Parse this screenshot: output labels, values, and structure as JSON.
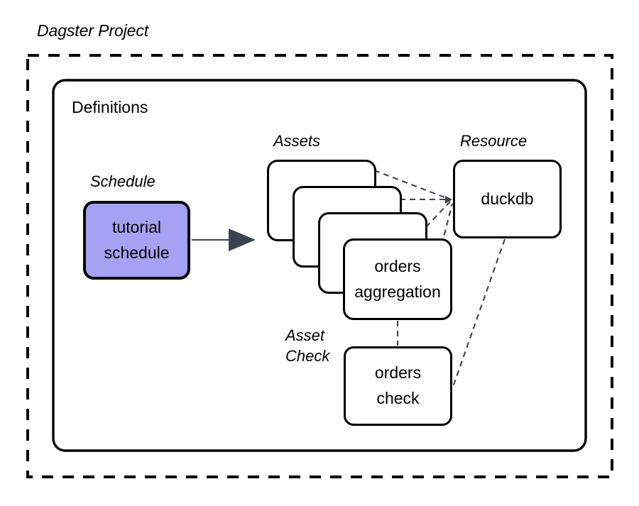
{
  "diagram": {
    "type": "architecture-block-diagram",
    "title": "Dagster Project",
    "outer_container": {
      "label": "Dagster Project",
      "border_style": "dashed",
      "border_color": "#000000"
    },
    "inner_container": {
      "label": "Definitions",
      "border_style": "solid",
      "border_color": "#000000"
    },
    "group_labels": {
      "schedule": "Schedule",
      "assets": "Assets",
      "resource": "Resource",
      "asset_check": "Asset\nCheck"
    },
    "nodes": [
      {
        "id": "tutorial-schedule",
        "group": "Schedule",
        "label": "tutorial\nschedule",
        "fill": "#a6a1f2",
        "stroke": "#000000"
      },
      {
        "id": "asset-card-1",
        "group": "Assets",
        "label": "",
        "fill": "#ffffff",
        "stroke": "#000000"
      },
      {
        "id": "asset-card-2",
        "group": "Assets",
        "label": "",
        "fill": "#ffffff",
        "stroke": "#000000"
      },
      {
        "id": "asset-card-3",
        "group": "Assets",
        "label": "",
        "fill": "#ffffff",
        "stroke": "#000000"
      },
      {
        "id": "orders-aggregation",
        "group": "Assets",
        "label": "orders\naggregation",
        "fill": "#ffffff",
        "stroke": "#000000"
      },
      {
        "id": "duckdb",
        "group": "Resource",
        "label": "duckdb",
        "fill": "#ffffff",
        "stroke": "#000000"
      },
      {
        "id": "orders-check",
        "group": "Asset Check",
        "label": "orders\ncheck",
        "fill": "#ffffff",
        "stroke": "#000000"
      }
    ],
    "edges": [
      {
        "from": "tutorial-schedule",
        "to": "assets",
        "style": "solid",
        "arrow": "filled-triangle",
        "color": "#3b4250"
      },
      {
        "from": "asset-card-1",
        "to": "duckdb",
        "style": "dashed",
        "arrow": "small-arrow",
        "color": "#3b4250"
      },
      {
        "from": "asset-card-2",
        "to": "duckdb",
        "style": "dashed",
        "arrow": "small-arrow",
        "color": "#3b4250"
      },
      {
        "from": "asset-card-3",
        "to": "duckdb",
        "style": "dashed",
        "arrow": "small-arrow",
        "color": "#3b4250"
      },
      {
        "from": "orders-aggregation",
        "to": "duckdb",
        "style": "dashed",
        "arrow": "small-arrow",
        "color": "#3b4250"
      },
      {
        "from": "orders-aggregation",
        "to": "orders-check",
        "style": "dashed",
        "arrow": "none",
        "color": "#3b4250"
      },
      {
        "from": "orders-check",
        "to": "duckdb",
        "style": "dashed",
        "arrow": "none",
        "color": "#3b4250"
      }
    ],
    "colors": {
      "schedule_fill": "#a6a1f2",
      "node_stroke": "#000000",
      "edge": "#3b4250",
      "background": "#ffffff"
    }
  }
}
